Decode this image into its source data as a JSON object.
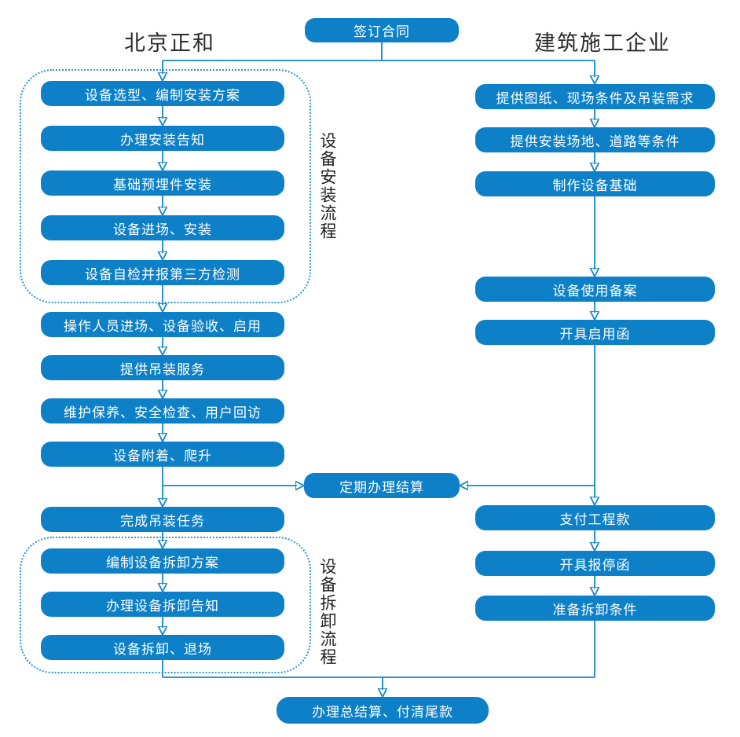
{
  "colors": {
    "node_blue": "#0D80C7",
    "connector_blue": "#1487CD",
    "dashed_border_blue": "#2E96D6",
    "node_text": "#FFFFFF",
    "label_text": "#2B2B2B"
  },
  "parties": {
    "left": "北京正和",
    "right": "建筑施工企业"
  },
  "shared_nodes": {
    "sign_contract": "签订合同",
    "periodic_settlement": "定期办理结算",
    "final_settlement": "办理总结算、付清尾款"
  },
  "groups": {
    "install_label": "设备安装流程",
    "dismantle_label": "设备拆卸流程"
  },
  "left_steps": [
    "设备选型、编制安装方案",
    "办理安装告知",
    "基础预埋件安装",
    "设备进场、安装",
    "设备自检并报第三方检测",
    "操作人员进场、设备验收、启用",
    "提供吊装服务",
    "维护保养、安全检查、用户回访",
    "设备附着、爬升",
    "完成吊装任务",
    "编制设备拆卸方案",
    "办理设备拆卸告知",
    "设备拆卸、退场"
  ],
  "right_steps": [
    "提供图纸、现场条件及吊装需求",
    "提供安装场地、道路等条件",
    "制作设备基础",
    "设备使用备案",
    "开具启用函",
    "支付工程款",
    "开具报停函",
    "准备拆卸条件"
  ]
}
